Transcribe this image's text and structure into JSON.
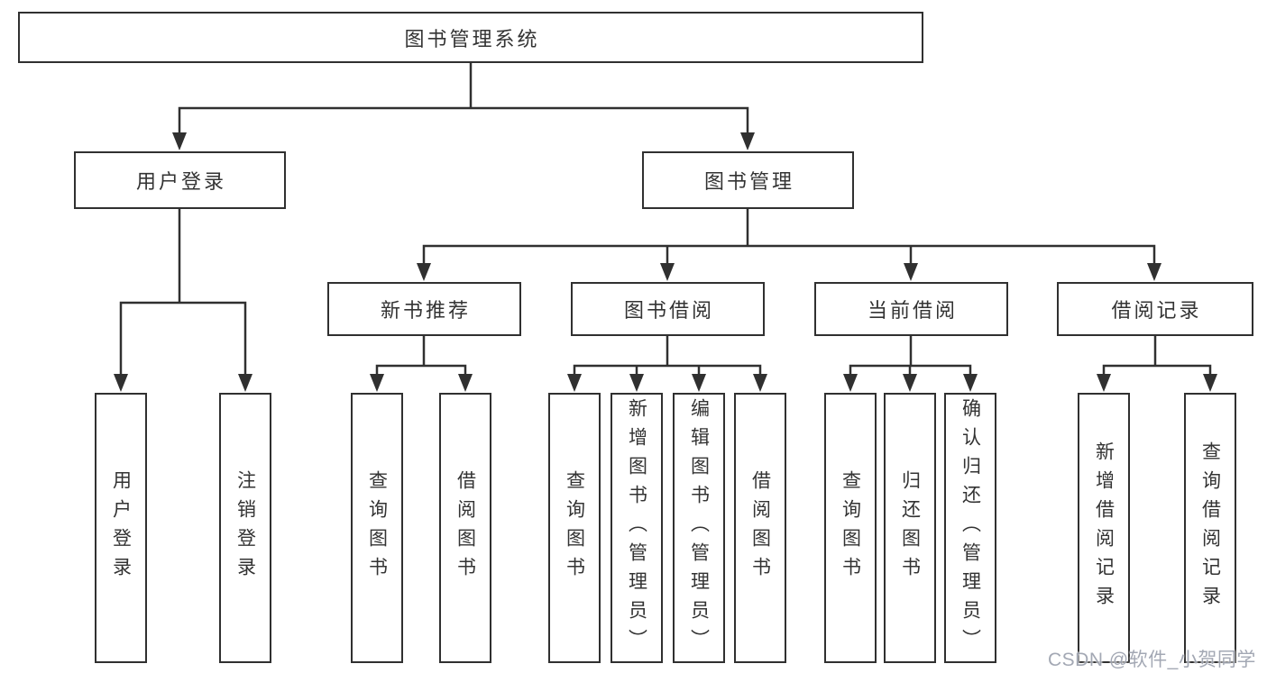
{
  "colors": {
    "line": "#303030",
    "box_border": "#303030",
    "text": "#333333",
    "watermark": "#9fa4b0",
    "background": "#ffffff"
  },
  "tree": {
    "label": "图书管理系统",
    "children": [
      {
        "label": "用户登录",
        "children": [
          {
            "label": "用户登录"
          },
          {
            "label": "注销登录"
          }
        ]
      },
      {
        "label": "图书管理",
        "children": [
          {
            "label": "新书推荐",
            "children": [
              {
                "label": "查询图书"
              },
              {
                "label": "借阅图书"
              }
            ]
          },
          {
            "label": "图书借阅",
            "children": [
              {
                "label": "查询图书"
              },
              {
                "label": "新增图书（管理员）"
              },
              {
                "label": "编辑图书（管理员）"
              },
              {
                "label": "借阅图书"
              }
            ]
          },
          {
            "label": "当前借阅",
            "children": [
              {
                "label": "查询图书"
              },
              {
                "label": "归还图书"
              },
              {
                "label": "确认归还（管理员）"
              }
            ]
          },
          {
            "label": "借阅记录",
            "children": [
              {
                "label": "新增借阅记录"
              },
              {
                "label": "查询借阅记录"
              }
            ]
          }
        ]
      }
    ]
  },
  "watermark": {
    "text": "CSDN @软件_小贺同学"
  }
}
